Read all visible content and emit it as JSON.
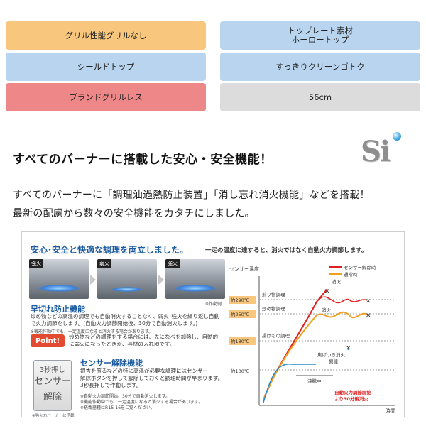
{
  "specs": {
    "left": [
      "グリル性能グリルなし",
      "シールドトップ",
      "ブランドグリルレス"
    ],
    "right_top_l1": "トップレート素材",
    "right_top_l2": "ホーロートップ",
    "right_mid": "すっきりクリーンゴトク",
    "right_bot": "56cm"
  },
  "colors": {
    "orange": "#f8c67c",
    "blue": "#b8d4ee",
    "red": "#ee8888",
    "gray": "#dcdcdc",
    "accent_blue": "#1a5aa0",
    "point_red": "#e24a32"
  },
  "headline": "すべてのバーナーに搭載した安心・安全機能！",
  "logo": {
    "text": "Si"
  },
  "body": {
    "line1": "すべてのバーナーに「調理油過熱防止装置」「消し忘れ消火機能」などを搭載！",
    "line2": "最新の配慮から数々の安全機能をカタチにしました。"
  },
  "panel": {
    "title": "安心･安全と快適な調理を両立しました。",
    "subtitle": "一定の温度に達すると、消火ではなく自動火力調節します。",
    "photos": [
      "強火",
      "弱火",
      "強火"
    ],
    "photo_note": "※作動例",
    "sec1_head": "早切れ防止機能",
    "sec1_body1": "炒め物などの高温の調理でも自動消火することなく、弱火･強火を繰り返し自動",
    "sec1_body2": "で火力調節をします。(自動火力調節開始後、30分で自動消火します。)",
    "sec1_note": "※機能作動中でも、一定温度になると消火する場合があります。",
    "point_label": "Point!",
    "point_body1": "炒め物などの調理をする場合には、先になべを加熱し、自動的",
    "point_body2": "に弱火になったときが、具材の入れ頃です。",
    "btn_l1": "3秒押し",
    "btn_l2": "センサー",
    "btn_l3": "解除",
    "btn_foot": "※強火力バーナーに搭載",
    "sec2_head": "センサー解除機能",
    "sec2_body1": "銀杏を煎るなどの特に高温が必要な調理にはセンサー",
    "sec2_body2": "解除ボタンを押して解除しておくと調理時間が早まります。",
    "sec2_body3": "3秒長押しで作動します。",
    "sec2_note1": "※自動火力調節開始、30分で自動消火します。",
    "sec2_note2": "※機能作動中でも、一定温度になると消火する場合があります。",
    "sec2_note3": "※搭載器種はP.15-16をご覧ください。"
  },
  "chart_data": {
    "type": "line",
    "ylabel": "センサー温度",
    "xlabel": "時間",
    "legend": [
      "センサー解除時",
      "通常時"
    ],
    "y_ticks": [
      "約290℃",
      "約250℃",
      "約180℃",
      "約100℃"
    ],
    "zones": [
      "煎り物調理",
      "炒め物調理",
      "揚げもの調理"
    ],
    "annotations": {
      "extinguish1": "消火",
      "extinguish2": "消火",
      "scorch_line1": "焦げつき消火",
      "scorch_line2": "機能",
      "boiling": "沸騰中",
      "auto_line1": "自動火力調節開始",
      "auto_line2": "より30分後消火"
    },
    "series_colors": {
      "sensor_off": "#e02020",
      "normal": "#f0a020"
    },
    "legend_placement": "top-right"
  }
}
